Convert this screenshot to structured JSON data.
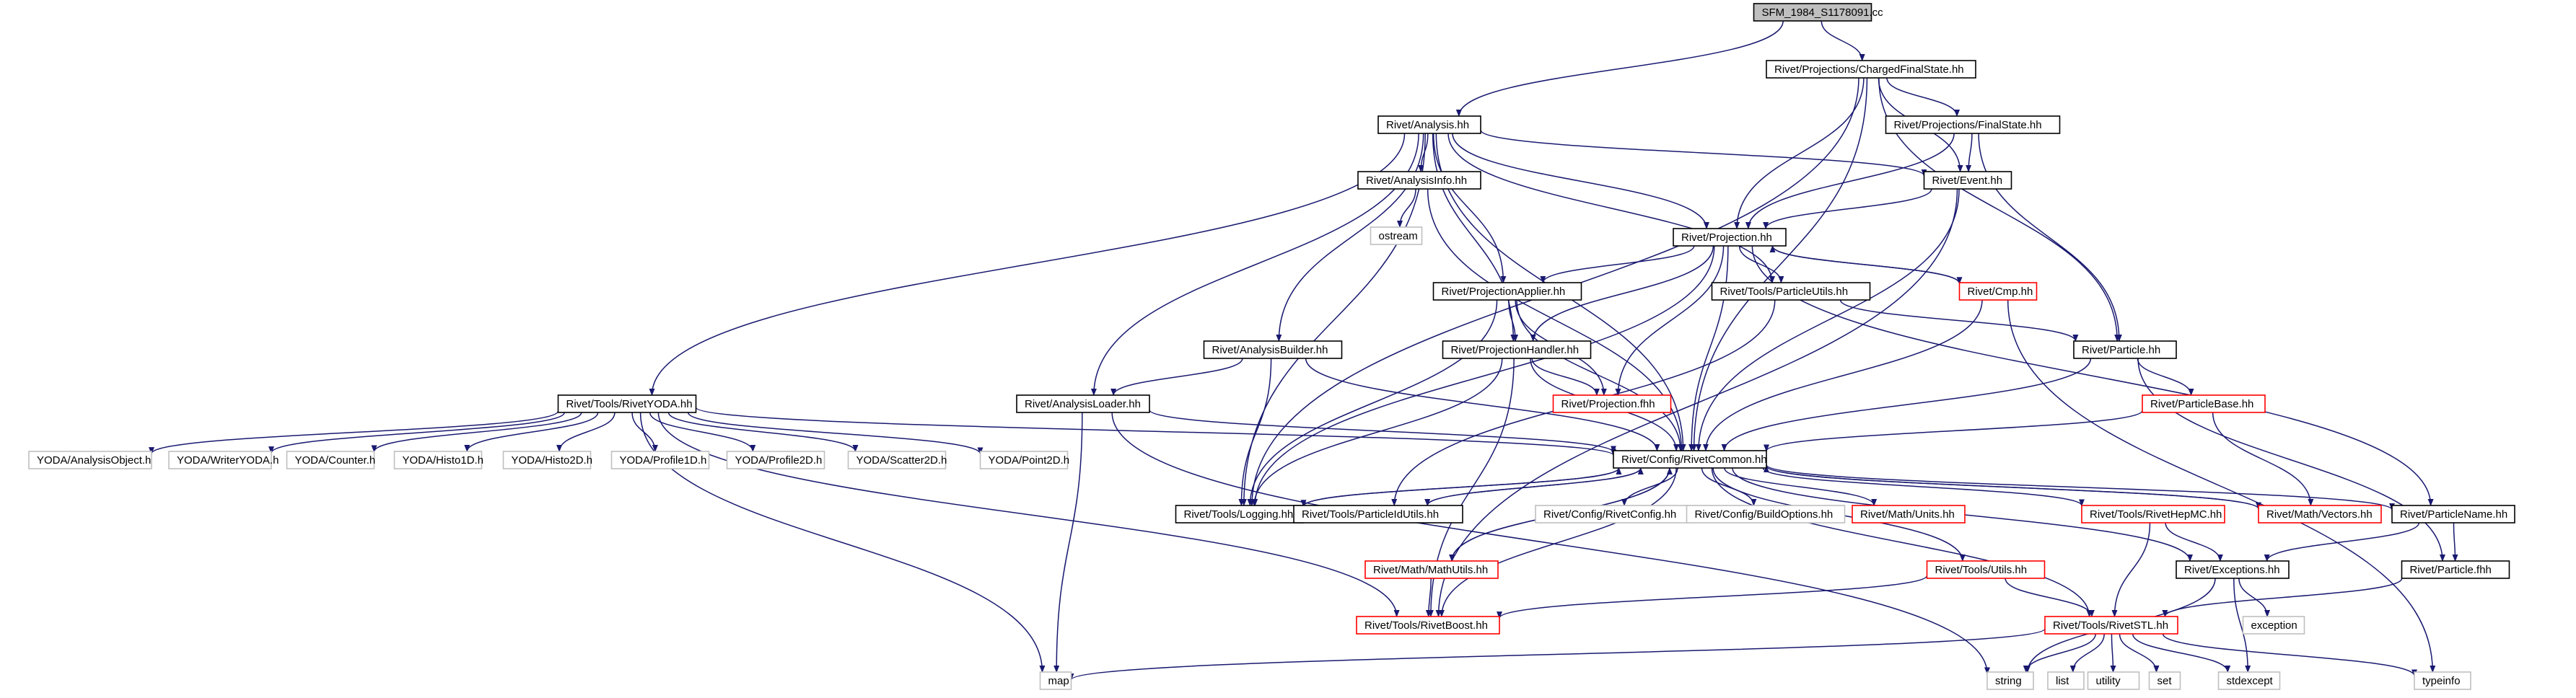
{
  "title": "SFM_1984_S1178091.cc",
  "colors": {
    "edge": "#191970",
    "node_border_normal": "#000000",
    "node_border_missing": "#bfbfbf",
    "node_border_truncated": "#ff0000",
    "root_fill": "#bfbfbf",
    "node_fill": "#ffffff",
    "text": "#000000"
  },
  "nodes": [
    {
      "id": "root",
      "label": "SFM_1984_S1178091.cc",
      "style": "root"
    },
    {
      "id": "cfs",
      "label": "Rivet/Projections/ChargedFinalState.hh",
      "style": "normal"
    },
    {
      "id": "analysis",
      "label": "Rivet/Analysis.hh",
      "style": "normal"
    },
    {
      "id": "fs",
      "label": "Rivet/Projections/FinalState.hh",
      "style": "normal"
    },
    {
      "id": "ainfo",
      "label": "Rivet/AnalysisInfo.hh",
      "style": "normal"
    },
    {
      "id": "event",
      "label": "Rivet/Event.hh",
      "style": "normal"
    },
    {
      "id": "ostream",
      "label": "ostream",
      "style": "missing"
    },
    {
      "id": "projection",
      "label": "Rivet/Projection.hh",
      "style": "normal"
    },
    {
      "id": "papplier",
      "label": "Rivet/ProjectionApplier.hh",
      "style": "normal"
    },
    {
      "id": "putils",
      "label": "Rivet/Tools/ParticleUtils.hh",
      "style": "normal"
    },
    {
      "id": "cmp",
      "label": "Rivet/Cmp.hh",
      "style": "truncated"
    },
    {
      "id": "abuilder",
      "label": "Rivet/AnalysisBuilder.hh",
      "style": "normal"
    },
    {
      "id": "phandler",
      "label": "Rivet/ProjectionHandler.hh",
      "style": "normal"
    },
    {
      "id": "particle",
      "label": "Rivet/Particle.hh",
      "style": "normal"
    },
    {
      "id": "ryoda",
      "label": "Rivet/Tools/RivetYODA.hh",
      "style": "normal"
    },
    {
      "id": "aloader",
      "label": "Rivet/AnalysisLoader.hh",
      "style": "normal"
    },
    {
      "id": "pfhh",
      "label": "Rivet/Projection.fhh",
      "style": "truncated"
    },
    {
      "id": "pbase",
      "label": "Rivet/ParticleBase.hh",
      "style": "truncated"
    },
    {
      "id": "yao",
      "label": "YODA/AnalysisObject.h",
      "style": "missing"
    },
    {
      "id": "ywy",
      "label": "YODA/WriterYODA.h",
      "style": "missing"
    },
    {
      "id": "ycounter",
      "label": "YODA/Counter.h",
      "style": "missing"
    },
    {
      "id": "yh1",
      "label": "YODA/Histo1D.h",
      "style": "missing"
    },
    {
      "id": "yh2",
      "label": "YODA/Histo2D.h",
      "style": "missing"
    },
    {
      "id": "yp1",
      "label": "YODA/Profile1D.h",
      "style": "missing"
    },
    {
      "id": "yp2",
      "label": "YODA/Profile2D.h",
      "style": "missing"
    },
    {
      "id": "ys2",
      "label": "YODA/Scatter2D.h",
      "style": "missing"
    },
    {
      "id": "ypt",
      "label": "YODA/Point2D.h",
      "style": "missing"
    },
    {
      "id": "common",
      "label": "Rivet/Config/RivetCommon.hh",
      "style": "normal"
    },
    {
      "id": "logging",
      "label": "Rivet/Tools/Logging.hh",
      "style": "normal"
    },
    {
      "id": "pidutils",
      "label": "Rivet/Tools/ParticleIdUtils.hh",
      "style": "normal"
    },
    {
      "id": "rconfig",
      "label": "Rivet/Config/RivetConfig.hh",
      "style": "missing"
    },
    {
      "id": "bopts",
      "label": "Rivet/Config/BuildOptions.hh",
      "style": "missing"
    },
    {
      "id": "units",
      "label": "Rivet/Math/Units.hh",
      "style": "truncated"
    },
    {
      "id": "hepmc",
      "label": "Rivet/Tools/RivetHepMC.hh",
      "style": "truncated"
    },
    {
      "id": "vectors",
      "label": "Rivet/Math/Vectors.hh",
      "style": "truncated"
    },
    {
      "id": "pname",
      "label": "Rivet/ParticleName.hh",
      "style": "normal"
    },
    {
      "id": "mathutils",
      "label": "Rivet/Math/MathUtils.hh",
      "style": "truncated"
    },
    {
      "id": "tutils",
      "label": "Rivet/Tools/Utils.hh",
      "style": "truncated"
    },
    {
      "id": "exceptions",
      "label": "Rivet/Exceptions.hh",
      "style": "normal"
    },
    {
      "id": "pfhh2",
      "label": "Rivet/Particle.fhh",
      "style": "normal"
    },
    {
      "id": "rboost",
      "label": "Rivet/Tools/RivetBoost.hh",
      "style": "truncated"
    },
    {
      "id": "rstl",
      "label": "Rivet/Tools/RivetSTL.hh",
      "style": "truncated"
    },
    {
      "id": "exception",
      "label": "exception",
      "style": "missing"
    },
    {
      "id": "map",
      "label": "map",
      "style": "missing"
    },
    {
      "id": "string",
      "label": "string",
      "style": "missing"
    },
    {
      "id": "list",
      "label": "list",
      "style": "missing"
    },
    {
      "id": "utility",
      "label": "utility",
      "style": "missing"
    },
    {
      "id": "set",
      "label": "set",
      "style": "missing"
    },
    {
      "id": "stdexcept",
      "label": "stdexcept",
      "style": "missing"
    },
    {
      "id": "typeinfo",
      "label": "typeinfo",
      "style": "missing"
    }
  ],
  "edges": [
    [
      "root",
      "cfs"
    ],
    [
      "root",
      "analysis"
    ],
    [
      "cfs",
      "fs"
    ],
    [
      "cfs",
      "event"
    ],
    [
      "cfs",
      "projection"
    ],
    [
      "cfs",
      "particle"
    ],
    [
      "cfs",
      "logging"
    ],
    [
      "cfs",
      "common"
    ],
    [
      "fs",
      "event"
    ],
    [
      "fs",
      "projection"
    ],
    [
      "fs",
      "particle"
    ],
    [
      "analysis",
      "ainfo"
    ],
    [
      "analysis",
      "event"
    ],
    [
      "analysis",
      "projection"
    ],
    [
      "analysis",
      "papplier"
    ],
    [
      "analysis",
      "putils"
    ],
    [
      "analysis",
      "abuilder"
    ],
    [
      "analysis",
      "phandler"
    ],
    [
      "analysis",
      "ryoda"
    ],
    [
      "analysis",
      "aloader"
    ],
    [
      "analysis",
      "logging"
    ],
    [
      "analysis",
      "common"
    ],
    [
      "ainfo",
      "ostream"
    ],
    [
      "ainfo",
      "common"
    ],
    [
      "event",
      "projection"
    ],
    [
      "event",
      "common"
    ],
    [
      "event",
      "rboost"
    ],
    [
      "projection",
      "papplier"
    ],
    [
      "projection",
      "putils"
    ],
    [
      "projection",
      "cmp"
    ],
    [
      "projection",
      "phandler"
    ],
    [
      "projection",
      "pfhh"
    ],
    [
      "projection",
      "common"
    ],
    [
      "projection",
      "logging"
    ],
    [
      "projection",
      "pname"
    ],
    [
      "cmp",
      "projection"
    ],
    [
      "cmp",
      "common"
    ],
    [
      "cmp",
      "typeinfo"
    ],
    [
      "papplier",
      "phandler"
    ],
    [
      "papplier",
      "pfhh"
    ],
    [
      "papplier",
      "logging"
    ],
    [
      "papplier",
      "common"
    ],
    [
      "putils",
      "particle"
    ],
    [
      "putils",
      "pidutils"
    ],
    [
      "abuilder",
      "aloader"
    ],
    [
      "abuilder",
      "logging"
    ],
    [
      "abuilder",
      "common"
    ],
    [
      "phandler",
      "pfhh"
    ],
    [
      "phandler",
      "common"
    ],
    [
      "phandler",
      "logging"
    ],
    [
      "phandler",
      "rboost"
    ],
    [
      "particle",
      "pbase"
    ],
    [
      "particle",
      "common"
    ],
    [
      "particle",
      "pfhh2"
    ],
    [
      "pbase",
      "common"
    ],
    [
      "pbase",
      "vectors"
    ],
    [
      "ryoda",
      "yao"
    ],
    [
      "ryoda",
      "ywy"
    ],
    [
      "ryoda",
      "ycounter"
    ],
    [
      "ryoda",
      "yh1"
    ],
    [
      "ryoda",
      "yh2"
    ],
    [
      "ryoda",
      "yp1"
    ],
    [
      "ryoda",
      "yp2"
    ],
    [
      "ryoda",
      "ys2"
    ],
    [
      "ryoda",
      "ypt"
    ],
    [
      "ryoda",
      "common"
    ],
    [
      "ryoda",
      "rboost"
    ],
    [
      "ryoda",
      "map"
    ],
    [
      "aloader",
      "common"
    ],
    [
      "aloader",
      "map"
    ],
    [
      "aloader",
      "string"
    ],
    [
      "common",
      "logging"
    ],
    [
      "common",
      "pidutils"
    ],
    [
      "common",
      "rconfig"
    ],
    [
      "common",
      "bopts"
    ],
    [
      "common",
      "units"
    ],
    [
      "common",
      "hepmc"
    ],
    [
      "common",
      "vectors"
    ],
    [
      "common",
      "pname"
    ],
    [
      "common",
      "mathutils"
    ],
    [
      "common",
      "tutils"
    ],
    [
      "common",
      "exceptions"
    ],
    [
      "common",
      "rboost"
    ],
    [
      "common",
      "rstl"
    ],
    [
      "logging",
      "common"
    ],
    [
      "pidutils",
      "common"
    ],
    [
      "mathutils",
      "common"
    ],
    [
      "mathutils",
      "rboost"
    ],
    [
      "hepmc",
      "rstl"
    ],
    [
      "hepmc",
      "exceptions"
    ],
    [
      "vectors",
      "common"
    ],
    [
      "pname",
      "exceptions"
    ],
    [
      "pname",
      "pfhh2"
    ],
    [
      "tutils",
      "rboost"
    ],
    [
      "tutils",
      "rstl"
    ],
    [
      "exceptions",
      "exception"
    ],
    [
      "exceptions",
      "stdexcept"
    ],
    [
      "exceptions",
      "string"
    ],
    [
      "pfhh2",
      "rstl"
    ],
    [
      "rstl",
      "map"
    ],
    [
      "rstl",
      "string"
    ],
    [
      "rstl",
      "list"
    ],
    [
      "rstl",
      "utility"
    ],
    [
      "rstl",
      "set"
    ],
    [
      "rstl",
      "stdexcept"
    ],
    [
      "rstl",
      "typeinfo"
    ]
  ]
}
